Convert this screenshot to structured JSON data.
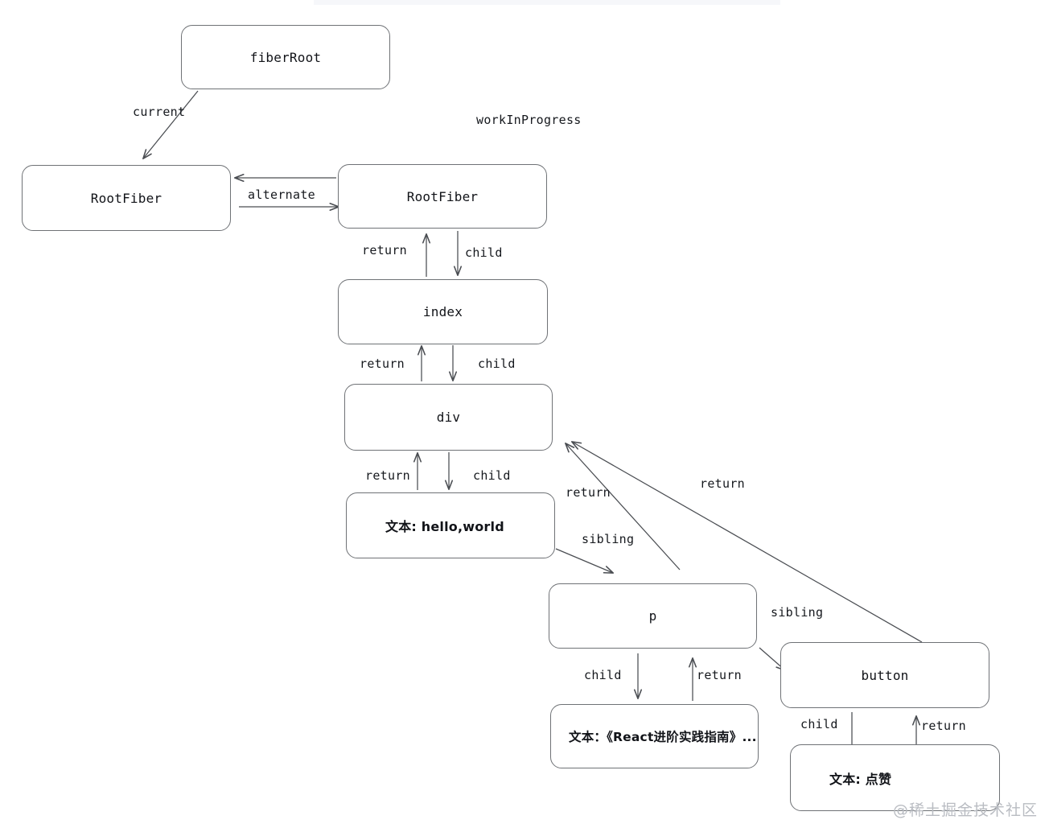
{
  "diagram": {
    "title": "React Fiber double buffering tree",
    "stroke_color": "#6f7276",
    "arrow_color": "#4a4d52",
    "text_color": "#15181d",
    "background": "#ffffff",
    "watermark": "@稀土掘金技术社区",
    "nodes": [
      {
        "id": "fiberRoot",
        "label": "fiberRoot"
      },
      {
        "id": "rootFiberCur",
        "label": "RootFiber"
      },
      {
        "id": "rootFiberWip",
        "label": "RootFiber"
      },
      {
        "id": "index",
        "label": "index"
      },
      {
        "id": "div",
        "label": "div"
      },
      {
        "id": "textHello",
        "label": "文本: hello,world"
      },
      {
        "id": "p",
        "label": "p"
      },
      {
        "id": "button",
        "label": "button"
      },
      {
        "id": "textReact",
        "label": "文本：《React进阶实践指南》..."
      },
      {
        "id": "textLike",
        "label": "文本: 点赞"
      }
    ],
    "free_labels": [
      {
        "id": "workInProgress",
        "label": "workInProgress"
      }
    ],
    "edges": [
      {
        "id": "e-current",
        "label": "current",
        "from": "fiberRoot",
        "to": "rootFiberCur"
      },
      {
        "id": "e-alternate",
        "label": "alternate",
        "from": "rootFiberCur",
        "to": "rootFiberWip"
      },
      {
        "id": "e-wip-child",
        "label": "child",
        "from": "rootFiberWip",
        "to": "index"
      },
      {
        "id": "e-index-return",
        "label": "return",
        "from": "index",
        "to": "rootFiberWip"
      },
      {
        "id": "e-index-child",
        "label": "child",
        "from": "index",
        "to": "div"
      },
      {
        "id": "e-div-return",
        "label": "return",
        "from": "div",
        "to": "index"
      },
      {
        "id": "e-div-child",
        "label": "child",
        "from": "div",
        "to": "textHello"
      },
      {
        "id": "e-hello-return",
        "label": "return",
        "from": "textHello",
        "to": "div"
      },
      {
        "id": "e-hello-sibling",
        "label": "sibling",
        "from": "textHello",
        "to": "p"
      },
      {
        "id": "e-p-return",
        "label": "return",
        "from": "p",
        "to": "div"
      },
      {
        "id": "e-p-sibling",
        "label": "sibling",
        "from": "p",
        "to": "button"
      },
      {
        "id": "e-p-child",
        "label": "child",
        "from": "p",
        "to": "textReact"
      },
      {
        "id": "e-react-return",
        "label": "return",
        "from": "textReact",
        "to": "p"
      },
      {
        "id": "e-button-return",
        "label": "return",
        "from": "button",
        "to": "div"
      },
      {
        "id": "e-button-child",
        "label": "child",
        "from": "button",
        "to": "textLike"
      },
      {
        "id": "e-like-return",
        "label": "return",
        "from": "textLike",
        "to": "button"
      }
    ]
  }
}
